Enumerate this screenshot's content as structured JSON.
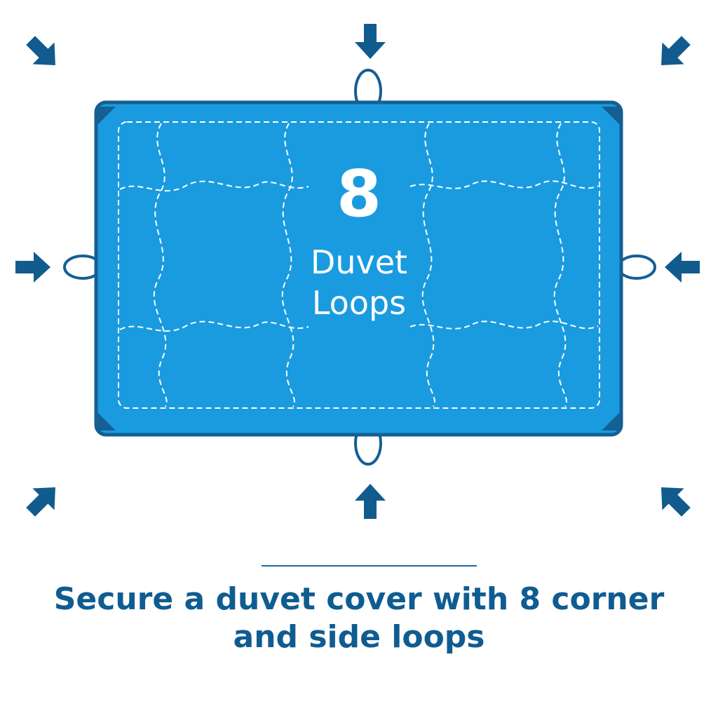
{
  "colors": {
    "arrow": "#115b8e",
    "panel_fill": "#1a9be0",
    "panel_border": "#155f93",
    "stitch": "#ffffff",
    "caption": "#0f5c91"
  },
  "diagram": {
    "number": "8",
    "label_line1": "Duvet",
    "label_line2": "Loops",
    "arrow_icons": [
      "arrow-down-right-icon",
      "arrow-down-icon",
      "arrow-down-left-icon",
      "arrow-right-icon",
      "arrow-left-icon",
      "arrow-up-right-icon",
      "arrow-up-icon",
      "arrow-up-left-icon"
    ]
  },
  "caption": {
    "line1": "Secure a duvet cover with 8 corner",
    "line2": "and side loops"
  }
}
